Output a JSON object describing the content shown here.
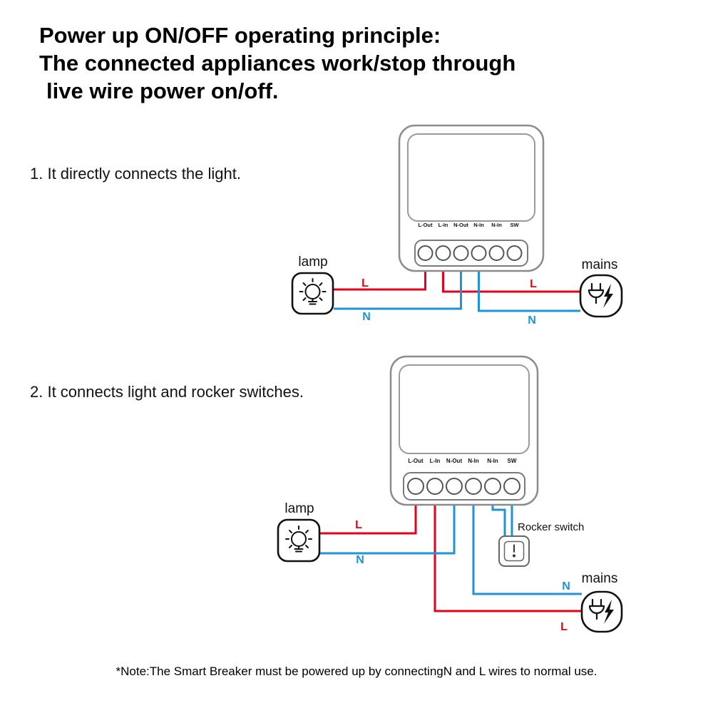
{
  "title": {
    "line1": "Power up ON/OFF operating principle:",
    "line2": "The connected appliances work/stop through",
    "line3": "live wire power on/off."
  },
  "captions": {
    "section1": "1. It directly connects the light.",
    "section2": "2. It connects light and rocker switches."
  },
  "device": {
    "terminals": [
      "L-Out",
      "L-In",
      "N-Out",
      "N-In",
      "N-In",
      "SW"
    ]
  },
  "labels": {
    "lamp": "lamp",
    "mains": "mains",
    "rocker_switch": "Rocker switch",
    "live": "L",
    "neutral": "N"
  },
  "colors": {
    "live": "#e60019",
    "neutral": "#1e93d6",
    "outline": "#111111",
    "device": "#8c8c8c"
  },
  "note": "*Note:The Smart Breaker must be powered up by connectingN and L wires to normal use."
}
